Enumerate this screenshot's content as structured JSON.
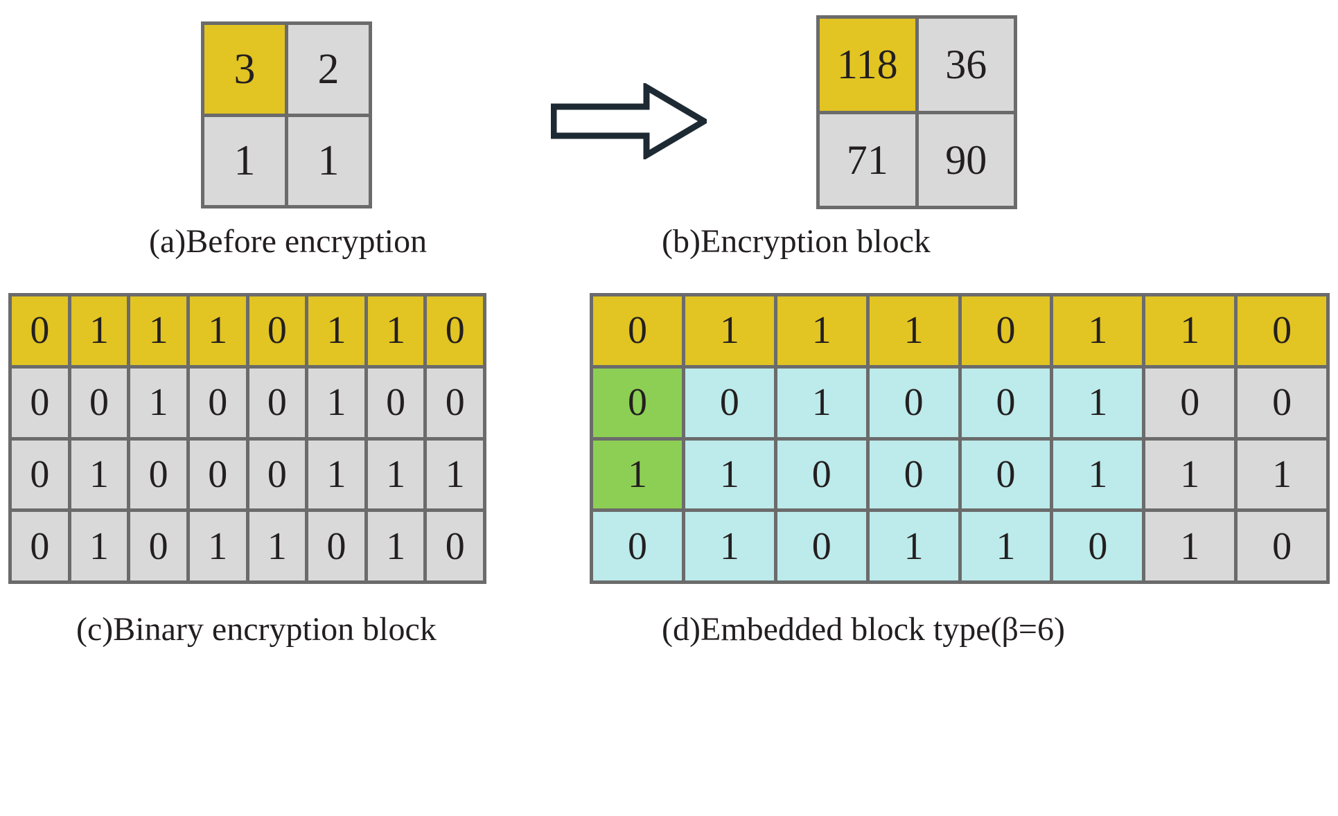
{
  "colors": {
    "gray": "#d9d9d9",
    "yellow": "#e2c423",
    "green": "#8dcf54",
    "cyan": "#bdeaea",
    "gridline": "#6b6b6b",
    "text": "#231f20",
    "arrow_outline": "#1d2a33"
  },
  "blocks": {
    "a": {
      "caption": "(a)Before encryption",
      "rows": 2,
      "cols": 2,
      "cells": [
        {
          "value": "3",
          "fill": "yellow"
        },
        {
          "value": "2",
          "fill": "gray"
        },
        {
          "value": "1",
          "fill": "gray"
        },
        {
          "value": "1",
          "fill": "gray"
        }
      ]
    },
    "b": {
      "caption": "(b)Encryption block",
      "rows": 2,
      "cols": 2,
      "cells": [
        {
          "value": "118",
          "fill": "yellow"
        },
        {
          "value": "36",
          "fill": "gray"
        },
        {
          "value": "71",
          "fill": "gray"
        },
        {
          "value": "90",
          "fill": "gray"
        }
      ]
    },
    "c": {
      "caption": "(c)Binary encryption block",
      "rows": 4,
      "cols": 8,
      "cells": [
        {
          "value": "0",
          "fill": "yellow"
        },
        {
          "value": "1",
          "fill": "yellow"
        },
        {
          "value": "1",
          "fill": "yellow"
        },
        {
          "value": "1",
          "fill": "yellow"
        },
        {
          "value": "0",
          "fill": "yellow"
        },
        {
          "value": "1",
          "fill": "yellow"
        },
        {
          "value": "1",
          "fill": "yellow"
        },
        {
          "value": "0",
          "fill": "yellow"
        },
        {
          "value": "0",
          "fill": "gray"
        },
        {
          "value": "0",
          "fill": "gray"
        },
        {
          "value": "1",
          "fill": "gray"
        },
        {
          "value": "0",
          "fill": "gray"
        },
        {
          "value": "0",
          "fill": "gray"
        },
        {
          "value": "1",
          "fill": "gray"
        },
        {
          "value": "0",
          "fill": "gray"
        },
        {
          "value": "0",
          "fill": "gray"
        },
        {
          "value": "0",
          "fill": "gray"
        },
        {
          "value": "1",
          "fill": "gray"
        },
        {
          "value": "0",
          "fill": "gray"
        },
        {
          "value": "0",
          "fill": "gray"
        },
        {
          "value": "0",
          "fill": "gray"
        },
        {
          "value": "1",
          "fill": "gray"
        },
        {
          "value": "1",
          "fill": "gray"
        },
        {
          "value": "1",
          "fill": "gray"
        },
        {
          "value": "0",
          "fill": "gray"
        },
        {
          "value": "1",
          "fill": "gray"
        },
        {
          "value": "0",
          "fill": "gray"
        },
        {
          "value": "1",
          "fill": "gray"
        },
        {
          "value": "1",
          "fill": "gray"
        },
        {
          "value": "0",
          "fill": "gray"
        },
        {
          "value": "1",
          "fill": "gray"
        },
        {
          "value": "0",
          "fill": "gray"
        }
      ]
    },
    "d": {
      "caption": "(d)Embedded block type(β=6)",
      "rows": 4,
      "cols": 8,
      "cells": [
        {
          "value": "0",
          "fill": "yellow"
        },
        {
          "value": "1",
          "fill": "yellow"
        },
        {
          "value": "1",
          "fill": "yellow"
        },
        {
          "value": "1",
          "fill": "yellow"
        },
        {
          "value": "0",
          "fill": "yellow"
        },
        {
          "value": "1",
          "fill": "yellow"
        },
        {
          "value": "1",
          "fill": "yellow"
        },
        {
          "value": "0",
          "fill": "yellow"
        },
        {
          "value": "0",
          "fill": "green"
        },
        {
          "value": "0",
          "fill": "cyan"
        },
        {
          "value": "1",
          "fill": "cyan"
        },
        {
          "value": "0",
          "fill": "cyan"
        },
        {
          "value": "0",
          "fill": "cyan"
        },
        {
          "value": "1",
          "fill": "cyan"
        },
        {
          "value": "0",
          "fill": "gray"
        },
        {
          "value": "0",
          "fill": "gray"
        },
        {
          "value": "1",
          "fill": "green"
        },
        {
          "value": "1",
          "fill": "cyan"
        },
        {
          "value": "0",
          "fill": "cyan"
        },
        {
          "value": "0",
          "fill": "cyan"
        },
        {
          "value": "0",
          "fill": "cyan"
        },
        {
          "value": "1",
          "fill": "cyan"
        },
        {
          "value": "1",
          "fill": "gray"
        },
        {
          "value": "1",
          "fill": "gray"
        },
        {
          "value": "0",
          "fill": "cyan"
        },
        {
          "value": "1",
          "fill": "cyan"
        },
        {
          "value": "0",
          "fill": "cyan"
        },
        {
          "value": "1",
          "fill": "cyan"
        },
        {
          "value": "1",
          "fill": "cyan"
        },
        {
          "value": "0",
          "fill": "cyan"
        },
        {
          "value": "1",
          "fill": "gray"
        },
        {
          "value": "0",
          "fill": "gray"
        }
      ]
    }
  },
  "arrow": {
    "label": "transform-arrow",
    "direction": "right"
  }
}
